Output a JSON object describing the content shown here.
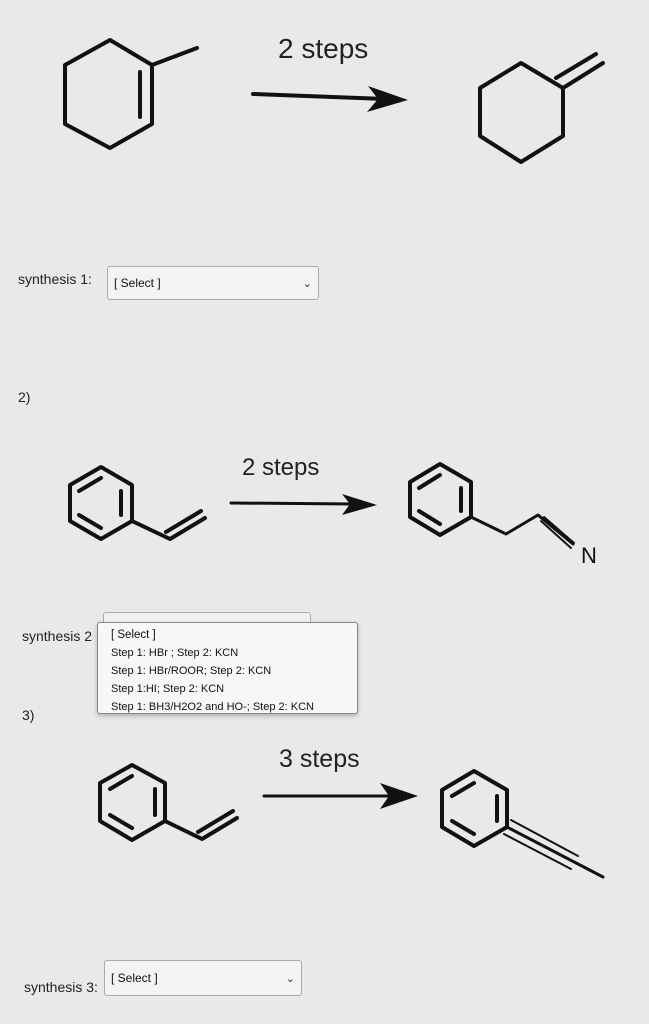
{
  "problem1": {
    "steps_label": "2 steps",
    "synthesis_label": "synthesis 1:",
    "select_value": "[ Select ]"
  },
  "problem2": {
    "number": "2)",
    "steps_label": "2 steps",
    "nitrogen_label": "N",
    "synthesis_label": "synthesis 2",
    "dropdown_options": [
      "[ Select ]",
      "Step 1: HBr ; Step 2: KCN",
      "Step 1: HBr/ROOR; Step 2: KCN",
      "Step 1:HI; Step 2: KCN",
      "Step 1: BH3/H2O2 and HO-; Step 2: KCN"
    ]
  },
  "problem3": {
    "number": "3)",
    "steps_label": "3 steps",
    "synthesis_label": "synthesis 3:",
    "select_value": "[ Select ]"
  }
}
